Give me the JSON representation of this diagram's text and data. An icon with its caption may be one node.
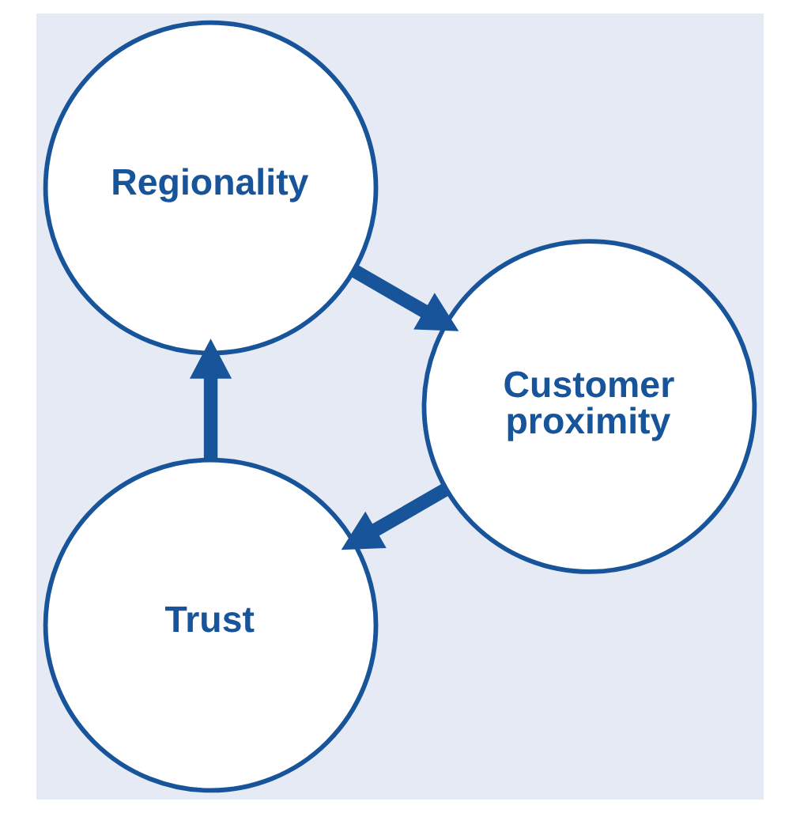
{
  "diagram": {
    "nodes": [
      {
        "text": [
          "Trust"
        ]
      },
      {
        "text": [
          "Regionality"
        ]
      },
      {
        "text": [
          "Customer proximity"
        ]
      }
    ],
    "edges": [
      {
        "from": 0,
        "to": 1,
        "arrow": "to"
      },
      {
        "from": 1,
        "to": 2,
        "arrow": "to"
      },
      {
        "from": 2,
        "to": 0,
        "arrow": "to"
      }
    ]
  }
}
